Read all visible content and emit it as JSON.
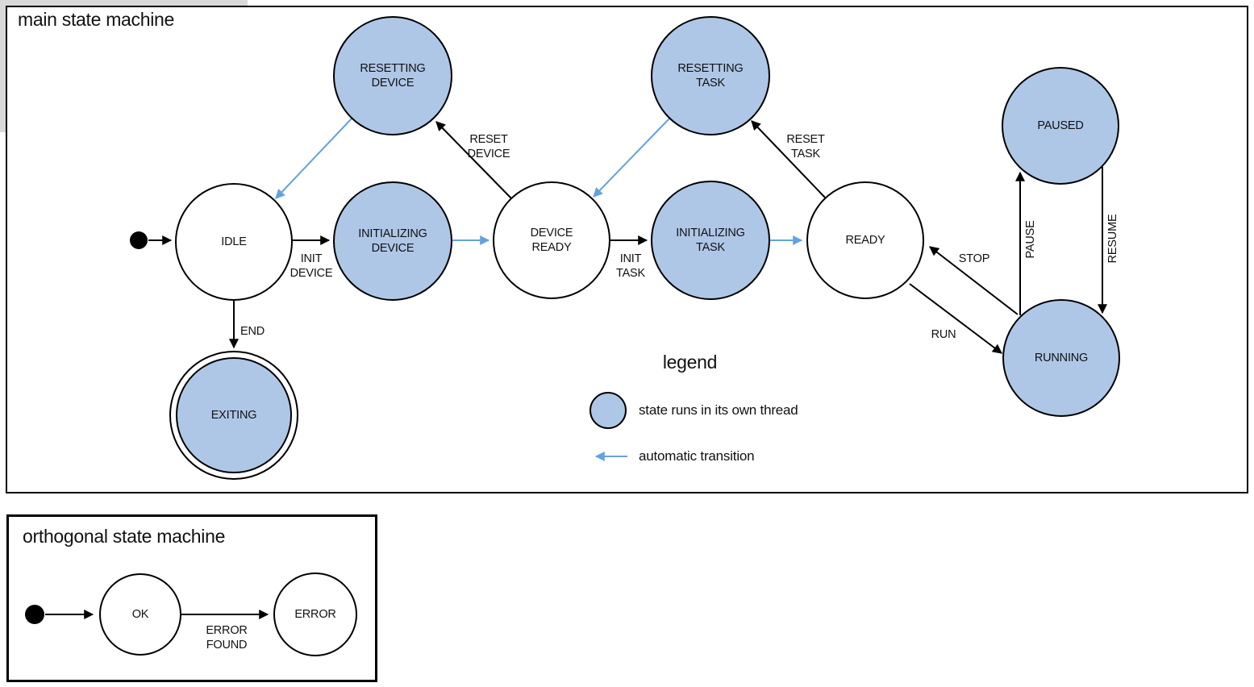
{
  "main": {
    "title": "main state machine",
    "states": {
      "idle": {
        "label": "IDLE",
        "threaded": false
      },
      "initializing_device": {
        "label": "INITIALIZING\nDEVICE",
        "threaded": true
      },
      "device_ready": {
        "label": "DEVICE\nREADY",
        "threaded": false
      },
      "initializing_task": {
        "label": "INITIALIZING\nTASK",
        "threaded": true
      },
      "ready": {
        "label": "READY",
        "threaded": false
      },
      "resetting_device": {
        "label": "RESETTING\nDEVICE",
        "threaded": true
      },
      "resetting_task": {
        "label": "RESETTING\nTASK",
        "threaded": true
      },
      "paused": {
        "label": "PAUSED",
        "threaded": true
      },
      "running": {
        "label": "RUNNING",
        "threaded": true
      },
      "exiting": {
        "label": "EXITING",
        "threaded": true,
        "final": true
      }
    },
    "transitions": {
      "init_device": {
        "label": "INIT\nDEVICE",
        "from": "IDLE",
        "to": "INITIALIZING DEVICE"
      },
      "reset_device": {
        "label": "RESET\nDEVICE",
        "from": "DEVICE READY",
        "to": "RESETTING DEVICE"
      },
      "init_task": {
        "label": "INIT\nTASK",
        "from": "DEVICE READY",
        "to": "INITIALIZING TASK"
      },
      "reset_task": {
        "label": "RESET\nTASK",
        "from": "READY",
        "to": "RESETTING TASK"
      },
      "end": {
        "label": "END",
        "from": "IDLE",
        "to": "EXITING"
      },
      "run": {
        "label": "RUN",
        "from": "READY",
        "to": "RUNNING"
      },
      "stop": {
        "label": "STOP",
        "from": "RUNNING",
        "to": "READY"
      },
      "pause": {
        "label": "PAUSE",
        "from": "RUNNING",
        "to": "PAUSED"
      },
      "resume": {
        "label": "RESUME",
        "from": "PAUSED",
        "to": "RUNNING"
      }
    }
  },
  "legend": {
    "title": "legend",
    "threaded_label": "state runs in its own thread",
    "auto_label": "automatic transition"
  },
  "orthogonal": {
    "title": "orthogonal state machine",
    "states": {
      "ok": {
        "label": "OK",
        "threaded": false
      },
      "error": {
        "label": "ERROR",
        "threaded": false
      }
    },
    "transitions": {
      "error_found": {
        "label": "ERROR\nFOUND",
        "from": "OK",
        "to": "ERROR"
      }
    }
  },
  "colors": {
    "threaded_state_fill": "#afc7e7",
    "automatic_transition": "#64a2dc",
    "legend_background": "#d9d9d9",
    "stroke": "#000000"
  }
}
